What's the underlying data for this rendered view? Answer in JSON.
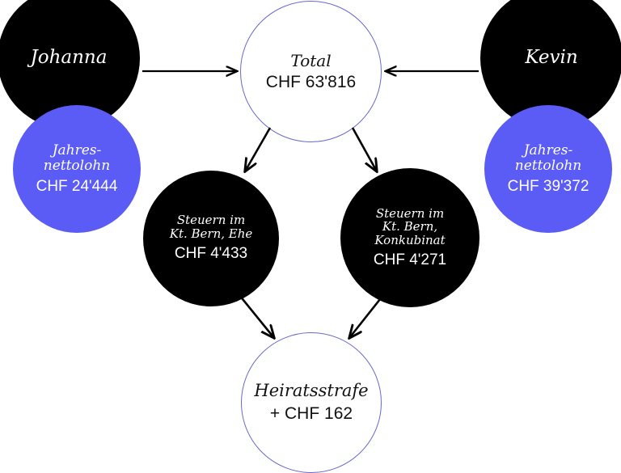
{
  "diagram": {
    "type": "flow-diagram",
    "background_color": "#ffffff",
    "accent_blue": "#5b5bf5",
    "outline_blue": "#6a68cf",
    "node_black": "#000000",
    "nodes": [
      {
        "id": "johanna",
        "title": "Johanna",
        "value": "",
        "style": "black"
      },
      {
        "id": "johanna-salary",
        "title": "Jahres-\nnettolohn",
        "value": "CHF 24'444",
        "style": "blue"
      },
      {
        "id": "total",
        "title": "Total",
        "value": "CHF 63'816",
        "style": "outline"
      },
      {
        "id": "kevin",
        "title": "Kevin",
        "value": "",
        "style": "black"
      },
      {
        "id": "kevin-salary",
        "title": "Jahres-\nnettolohn",
        "value": "CHF 39'372",
        "style": "blue"
      },
      {
        "id": "steuern-ehe",
        "title": "Steuern im\nKt. Bern, Ehe",
        "value": "CHF 4'433",
        "style": "black"
      },
      {
        "id": "steuern-konkubinat",
        "title": "Steuern im\nKt. Bern,\nKonkubinat",
        "value": "CHF 4'271",
        "style": "black"
      },
      {
        "id": "heiratsstrafe",
        "title": "Heiratsstrafe",
        "value": "+ CHF 162",
        "style": "outline"
      }
    ],
    "edges": [
      {
        "from": "johanna",
        "to": "total",
        "direction": "right"
      },
      {
        "from": "kevin",
        "to": "total",
        "direction": "left"
      },
      {
        "from": "total",
        "to": "steuern-ehe",
        "direction": "down-left"
      },
      {
        "from": "total",
        "to": "steuern-konkubinat",
        "direction": "down-right"
      },
      {
        "from": "steuern-ehe",
        "to": "heiratsstrafe",
        "direction": "down-right"
      },
      {
        "from": "steuern-konkubinat",
        "to": "heiratsstrafe",
        "direction": "down-left"
      }
    ]
  }
}
